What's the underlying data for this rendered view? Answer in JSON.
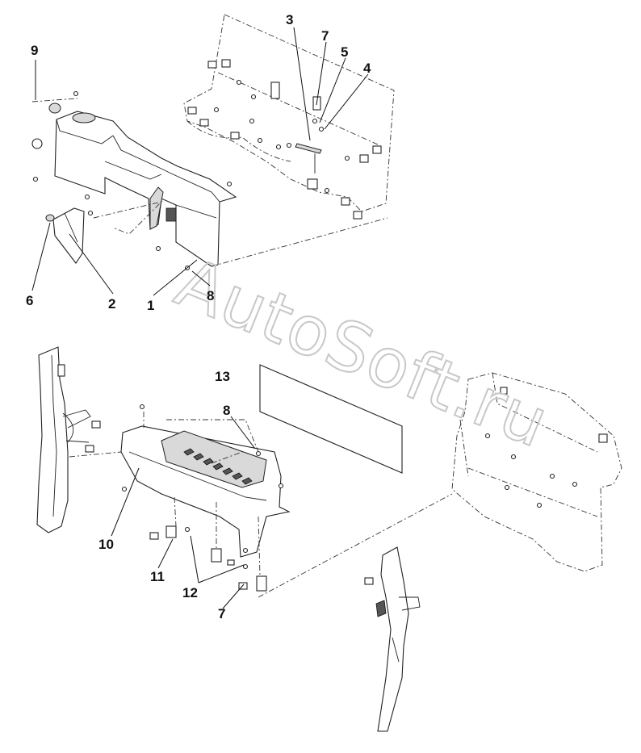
{
  "watermark": "AutoSoft.ru",
  "callouts": [
    {
      "id": "9",
      "text": "9"
    },
    {
      "id": "3",
      "text": "3"
    },
    {
      "id": "7a",
      "text": "7"
    },
    {
      "id": "5",
      "text": "5"
    },
    {
      "id": "4",
      "text": "4"
    },
    {
      "id": "6",
      "text": "6"
    },
    {
      "id": "2",
      "text": "2"
    },
    {
      "id": "1",
      "text": "1"
    },
    {
      "id": "8a",
      "text": "8"
    },
    {
      "id": "13",
      "text": "13"
    },
    {
      "id": "8b",
      "text": "8"
    },
    {
      "id": "10",
      "text": "10"
    },
    {
      "id": "11",
      "text": "11"
    },
    {
      "id": "12",
      "text": "12"
    },
    {
      "id": "7b",
      "text": "7"
    }
  ]
}
